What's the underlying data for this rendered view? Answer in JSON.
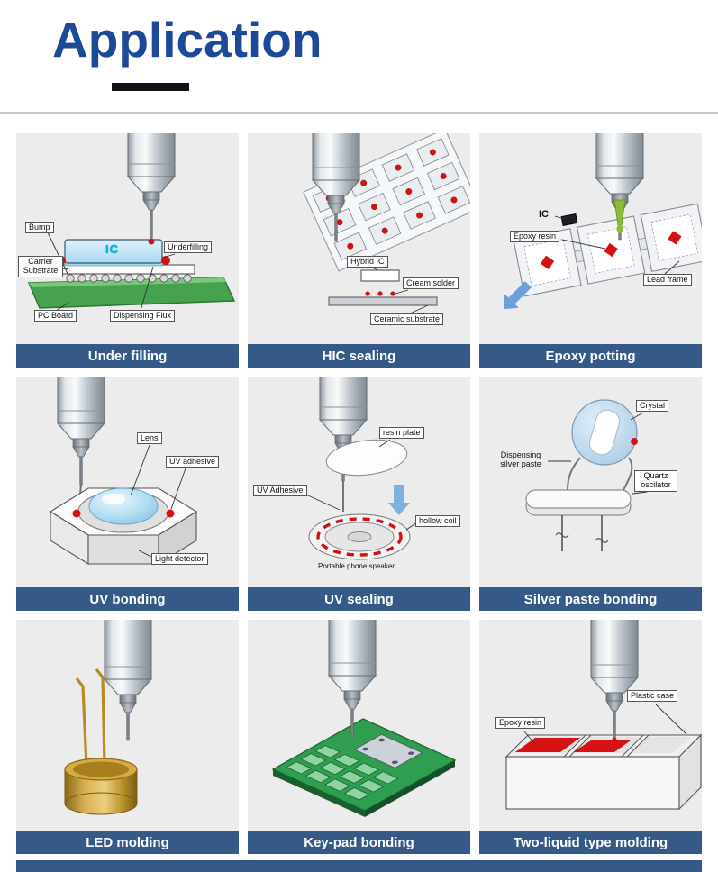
{
  "header": {
    "title": "Application"
  },
  "colors": {
    "title_blue": "#1c4a99",
    "underline": "#0e1116",
    "banner_blue": "#365a87",
    "cell_background": "#ececec",
    "accent_red": "#d61212",
    "board_green": "#2f9e50",
    "epoxy_green": "#86bd33"
  },
  "grid": {
    "cells": [
      {
        "id": "under-filling",
        "caption": "Under filling",
        "labels": {
          "bump": "Bump",
          "ic": "IC",
          "underfilling": "Underfilling",
          "carrier_substrate": "Carrier Substrate",
          "pc_board": "PC Board",
          "dispensing_flux": "Dispensing Flux"
        }
      },
      {
        "id": "hic-sealing",
        "caption": "HIC sealing",
        "labels": {
          "hybrid_ic": "Hybrid IC",
          "cream_solder": "Cream solder",
          "ceramic_substrate": "Ceramic substrate"
        }
      },
      {
        "id": "epoxy-potting",
        "caption": "Epoxy potting",
        "labels": {
          "ic": "IC",
          "epoxy_resin": "Epoxy resin",
          "lead_frame": "Lead frame"
        }
      },
      {
        "id": "uv-bonding",
        "caption": "UV bonding",
        "labels": {
          "lens": "Lens",
          "uv_adhesive": "UV adhesive",
          "light_detector": "Light detector"
        }
      },
      {
        "id": "uv-sealing",
        "caption": "UV sealing",
        "labels": {
          "resin_plate": "resin plate",
          "uv_adhesive": "UV Adhesive",
          "hollow_coil": "hollow coil",
          "speaker": "Portable phone speaker"
        }
      },
      {
        "id": "silver-paste-bonding",
        "caption": "Silver paste bonding",
        "labels": {
          "crystal": "Crystal",
          "dispensing_silver_paste": "Dispensing silver paste",
          "quartz_oscillator": "Quartz oscilator"
        }
      },
      {
        "id": "led-molding",
        "caption": "LED molding",
        "labels": {}
      },
      {
        "id": "key-pad-bonding",
        "caption": "Key-pad bonding",
        "labels": {}
      },
      {
        "id": "two-liquid-type-molding",
        "caption": "Two-liquid type molding",
        "labels": {
          "plastic_case": "Plastic case",
          "epoxy_resin": "Epoxy resin"
        }
      }
    ]
  }
}
